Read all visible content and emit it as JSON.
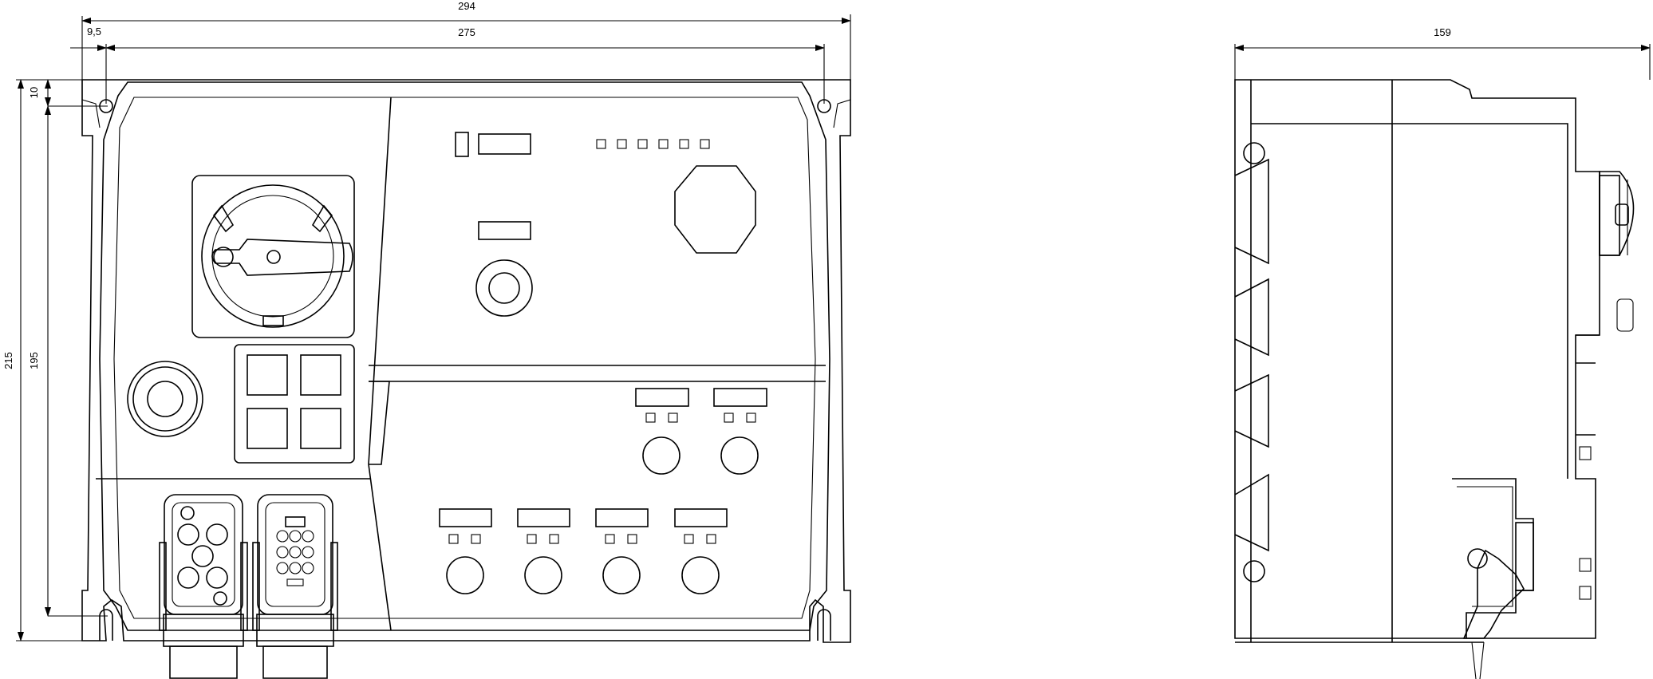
{
  "dimensions": {
    "overall_width": "294",
    "hole_offset": "9,5",
    "hole_spacing": "275",
    "side_depth": "159",
    "overall_height": "215",
    "hole_height": "195",
    "top_margin": "10"
  }
}
